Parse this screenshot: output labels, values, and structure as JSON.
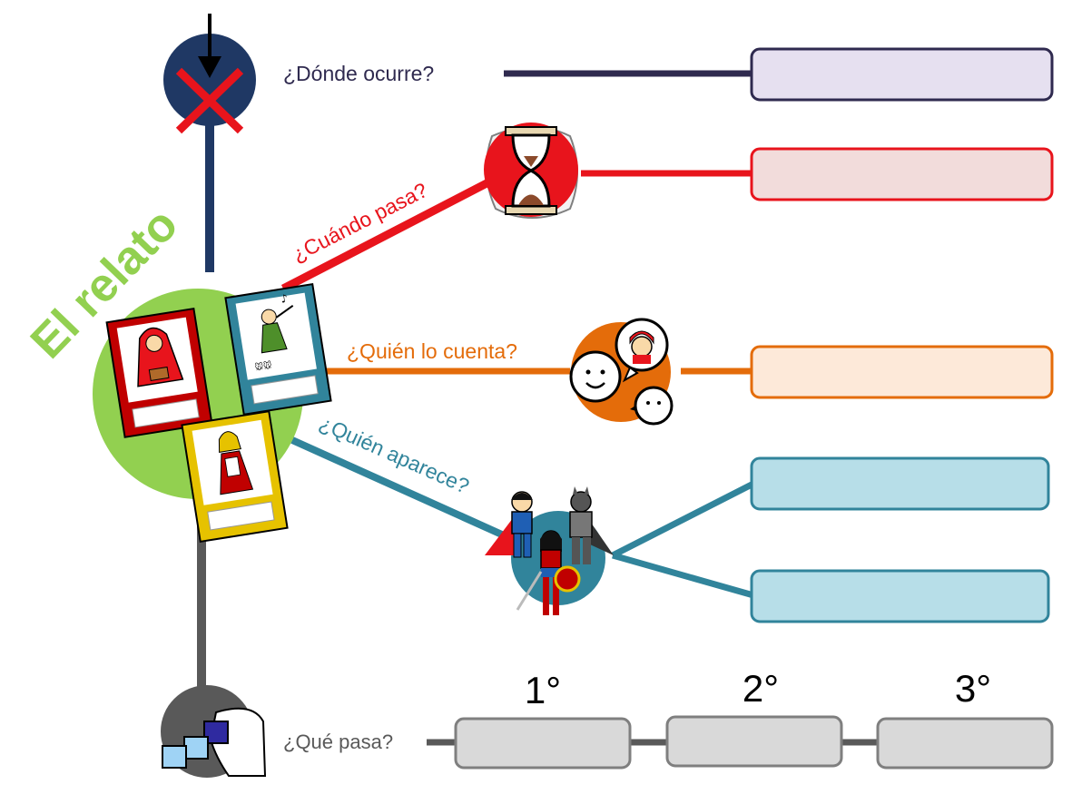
{
  "title": "El relato",
  "questions": {
    "donde": "¿Dónde ocurre?",
    "cuando": "¿Cuándo pasa?",
    "quien_cuenta": "¿Quién lo cuenta?",
    "quien_aparece": "¿Quién aparece?",
    "que_pasa": "¿Qué pasa?"
  },
  "order": [
    "1°",
    "2°",
    "3°"
  ],
  "colors": {
    "donde": "#2f2a4f",
    "cuando": "#e8141c",
    "quien_cuenta": "#e46c0a",
    "quien_aparece": "#31849b",
    "que_pasa": "#595959",
    "title": "#92d050",
    "center_circle": "#92d050"
  },
  "icons": {
    "donde": "place-crossed-icon",
    "cuando": "hourglass-icon",
    "quien_cuenta": "narrator-faces-icon",
    "quien_aparece": "superheroes-icon",
    "que_pasa": "hand-blocks-icon",
    "books": [
      "red-riding-hood-book-icon",
      "pied-piper-book-icon",
      "girl-book-icon"
    ]
  }
}
